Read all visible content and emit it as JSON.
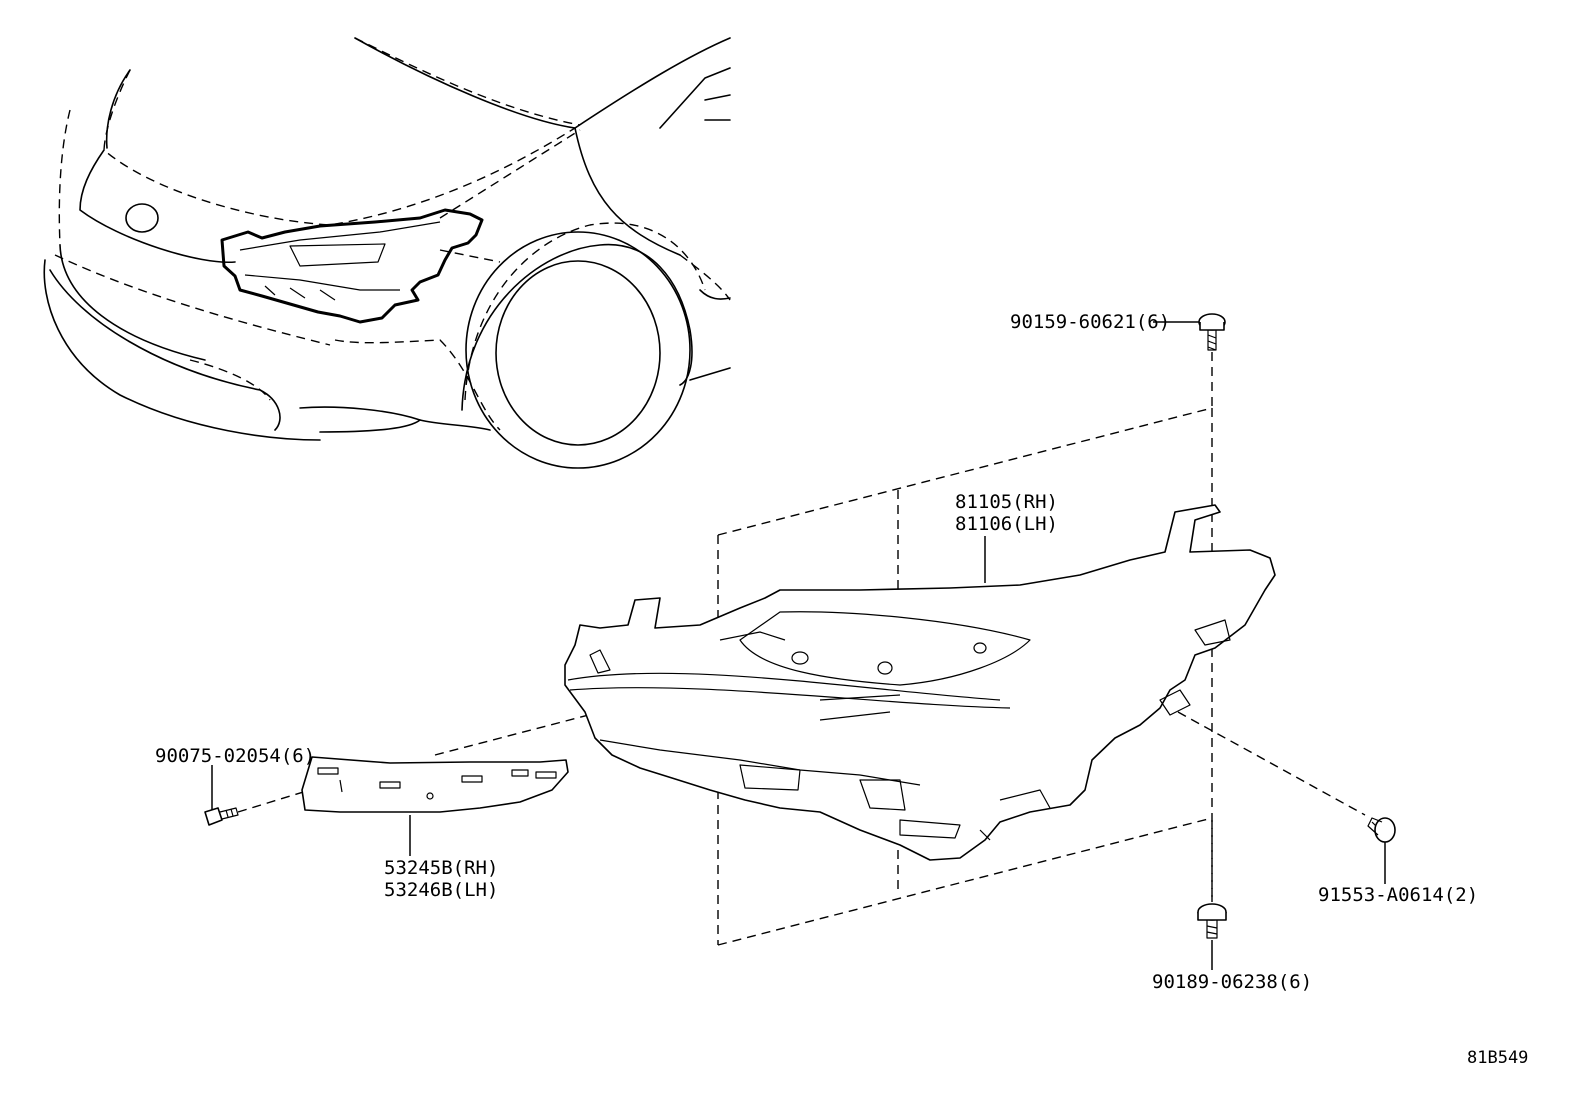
{
  "parts": {
    "headlamp_rh": "81105(RH)",
    "headlamp_lh": "81106(LH)",
    "screw_top": "90159-60621(6)",
    "bolt_left": "90075-02054(6)",
    "bracket_rh": "53245B(RH)",
    "bracket_lh": "53246B(LH)",
    "nut_right": "91553-A0614(2)",
    "clip_bottom": "90189-06238(6)"
  },
  "diagram_ref": "81B549"
}
